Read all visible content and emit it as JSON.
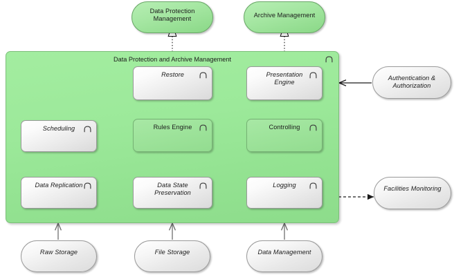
{
  "diagram": {
    "title": "Data Protection and Archive Management",
    "icon_name": "application-component-icon",
    "colors": {
      "group_fill": "#9ce99a",
      "group_border": "#7bbf79",
      "service_green_fill": "#a4e6a1",
      "component_grey_fill": "#ececec",
      "component_green_fill": "#9fe49c",
      "line": "#1b1b1b",
      "line_grey": "#707070"
    }
  },
  "top_services": [
    {
      "id": "data-protection-management",
      "label": "Data Protection\nManagement"
    },
    {
      "id": "archive-management",
      "label": "Archive Management"
    }
  ],
  "group": {
    "label": "Data Protection and Archive Management",
    "components": [
      {
        "id": "restore",
        "label": "Restore",
        "style": "grey",
        "italic": true
      },
      {
        "id": "presentation-engine",
        "label": "Presentation\nEngine",
        "style": "grey",
        "italic": true
      },
      {
        "id": "scheduling",
        "label": "Scheduling",
        "style": "grey",
        "italic": true
      },
      {
        "id": "rules-engine",
        "label": "Rules Engine",
        "style": "green",
        "italic": false
      },
      {
        "id": "controlling",
        "label": "Controlling",
        "style": "green",
        "italic": false
      },
      {
        "id": "data-replication",
        "label": "Data Replication",
        "style": "grey",
        "italic": true
      },
      {
        "id": "data-state-preservation",
        "label": "Data State\nPreservation",
        "style": "grey",
        "italic": true
      },
      {
        "id": "logging",
        "label": "Logging",
        "style": "grey",
        "italic": true
      }
    ]
  },
  "right_services": [
    {
      "id": "authentication-authorization",
      "label": "Authentication &\nAuthorization"
    },
    {
      "id": "facilities-monitoring",
      "label": "Facilities Monitoring"
    }
  ],
  "bottom_services": [
    {
      "id": "raw-storage",
      "label": "Raw Storage"
    },
    {
      "id": "file-storage",
      "label": "File Storage"
    },
    {
      "id": "data-management",
      "label": "Data Management"
    }
  ],
  "relationships": [
    {
      "id": "realize-data-protection-management",
      "type": "realization",
      "from": "group",
      "to": "data-protection-management"
    },
    {
      "id": "realize-archive-management",
      "type": "realization",
      "from": "group",
      "to": "archive-management"
    },
    {
      "id": "restore-to-rules-engine",
      "type": "flow",
      "from": "restore",
      "to": "rules-engine"
    },
    {
      "id": "presentation-engine-to-rules-engine",
      "type": "flow",
      "from": "presentation-engine",
      "to": "rules-engine"
    },
    {
      "id": "scheduling-to-rules-engine",
      "type": "flow",
      "from": "scheduling",
      "to": "rules-engine"
    },
    {
      "id": "data-replication-to-rules-engine",
      "type": "flow",
      "from": "data-replication",
      "to": "rules-engine"
    },
    {
      "id": "data-state-preservation-to-rules-engine",
      "type": "flow",
      "from": "data-state-preservation",
      "to": "rules-engine"
    },
    {
      "id": "authentication-to-group",
      "type": "flow",
      "from": "authentication-authorization",
      "to": "group"
    },
    {
      "id": "logging-to-facilities-monitoring",
      "type": "flow-dashed",
      "from": "logging",
      "to": "facilities-monitoring"
    },
    {
      "id": "raw-storage-to-group",
      "type": "serving",
      "from": "raw-storage",
      "to": "group"
    },
    {
      "id": "file-storage-to-group",
      "type": "serving",
      "from": "file-storage",
      "to": "group"
    },
    {
      "id": "data-management-to-group",
      "type": "serving",
      "from": "data-management",
      "to": "group"
    }
  ]
}
